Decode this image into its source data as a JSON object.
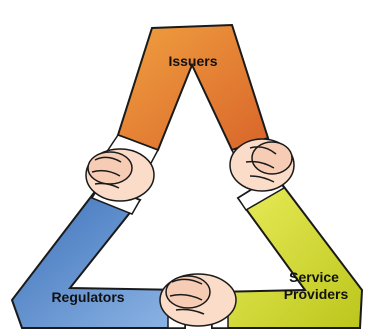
{
  "diagram": {
    "nodes": [
      {
        "id": "issuers",
        "label_lines": [
          "Issuers"
        ],
        "color": "#e87a2a"
      },
      {
        "id": "regulators",
        "label_lines": [
          "Regulators"
        ],
        "color": "#4f86c8"
      },
      {
        "id": "service-providers",
        "label_lines": [
          "Service",
          "Providers"
        ],
        "color": "#d3da26"
      }
    ],
    "connectors": [
      {
        "between": [
          "issuers",
          "regulators"
        ],
        "type": "handshake"
      },
      {
        "between": [
          "issuers",
          "service-providers"
        ],
        "type": "handshake"
      },
      {
        "between": [
          "regulators",
          "service-providers"
        ],
        "type": "handshake"
      }
    ]
  }
}
